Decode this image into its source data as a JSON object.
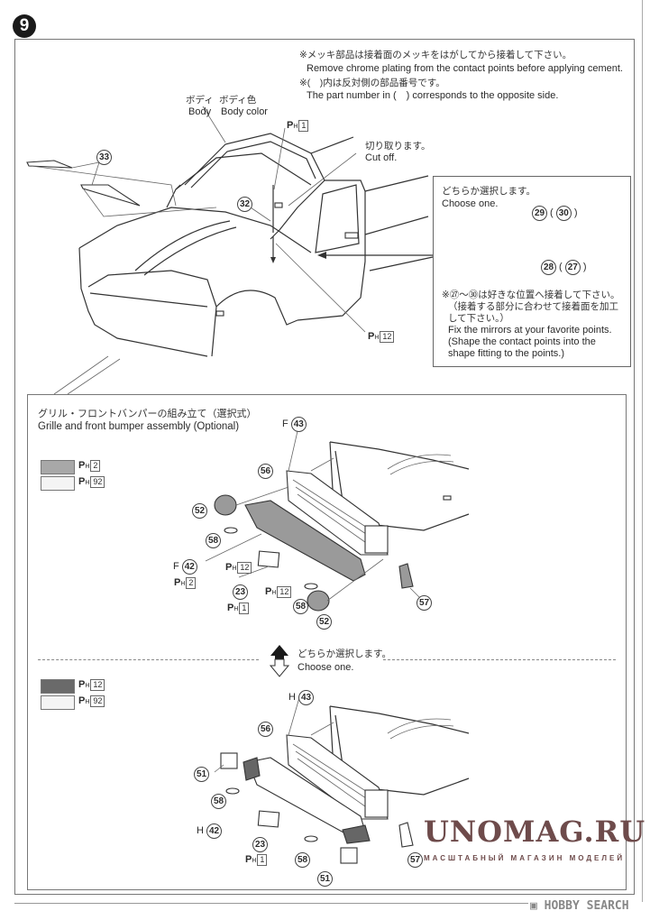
{
  "step": {
    "number": "9"
  },
  "notes": {
    "chrome_jp": "※メッキ部品は接着面のメッキをはがしてから接着して下さい。",
    "chrome_en": "Remove chrome plating from the contact points before applying cement.",
    "opposite_jp": "※(　)内は反対側の部品番号です。",
    "opposite_en": "The part number in (　) corresponds to the opposite side."
  },
  "body": {
    "label_jp": "ボディ",
    "label_en": "Body",
    "color_jp": "ボディ色",
    "color_en": "Body color",
    "cut_off_jp": "切り取ります。",
    "cut_off_en": "Cut off.",
    "parts": {
      "wiper": "33",
      "antenna": "32"
    },
    "paint_antenna": {
      "flag": "P",
      "sub": "H",
      "code": "1"
    },
    "paint_body": {
      "flag": "P",
      "sub": "H",
      "code": "12"
    }
  },
  "mirror_box": {
    "choose_jp": "どちらか選択します。",
    "choose_en": "Choose one.",
    "option_a": {
      "part": "29",
      "opposite": "30"
    },
    "option_b": {
      "part": "28",
      "opposite": "27"
    },
    "note_jp_1": "※㉗～㉚は好きな位置へ接着して下さい。",
    "note_jp_2": "（接着する部分に合わせて接着面を加工",
    "note_jp_3": "して下さい。）",
    "note_en_1": "Fix the mirrors at your favorite points.",
    "note_en_2": "(Shape the contact points into the",
    "note_en_3": "shape fitting to the points.)"
  },
  "grille_section": {
    "title_jp": "グリル・フロントバンパーの組み立て（選択式）",
    "title_en": "Grille and front bumper assembly (Optional)",
    "legend_f": [
      {
        "swatch_color": "#a8a8a8",
        "flag": "P",
        "sub": "H",
        "code": "2"
      },
      {
        "swatch_color": "#f4f4f4",
        "flag": "P",
        "sub": "H",
        "code": "92"
      }
    ],
    "option_f": {
      "grille_prefix": "F",
      "grille": "43",
      "grille_frame": "56",
      "fog_lamp_top": "52",
      "fog_lamp_bottom": "52",
      "marker_left": "58",
      "marker_right": "58",
      "bumper_prefix": "F",
      "bumper": "42",
      "plate": "23",
      "corner": "57",
      "paint_bumper": {
        "flag": "P",
        "sub": "H",
        "code": "2"
      },
      "paint_lamp_1": {
        "flag": "P",
        "sub": "H",
        "code": "12"
      },
      "paint_lamp_2": {
        "flag": "P",
        "sub": "H",
        "code": "12"
      },
      "paint_plate": {
        "flag": "P",
        "sub": "H",
        "code": "1"
      }
    },
    "choose_jp": "どちらか選択します。",
    "choose_en": "Choose one.",
    "legend_h": [
      {
        "swatch_color": "#6a6a6a",
        "flag": "P",
        "sub": "H",
        "code": "12"
      },
      {
        "swatch_color": "#f4f4f4",
        "flag": "P",
        "sub": "H",
        "code": "92"
      }
    ],
    "option_h": {
      "grille_prefix": "H",
      "grille": "43",
      "grille_frame": "56",
      "lamp_top": "51",
      "lamp_bottom": "51",
      "marker_left": "58",
      "marker_right": "58",
      "bumper_prefix": "H",
      "bumper": "42",
      "plate": "23",
      "corner": "57",
      "paint_plate": {
        "flag": "P",
        "sub": "H",
        "code": "1"
      }
    }
  },
  "watermark": {
    "brand": "UNOMAG.RU",
    "tagline": "МАСШТАБНЫЙ МАГАЗИН МОДЕЛЕЙ",
    "source": "HOBBY SEARCH"
  }
}
